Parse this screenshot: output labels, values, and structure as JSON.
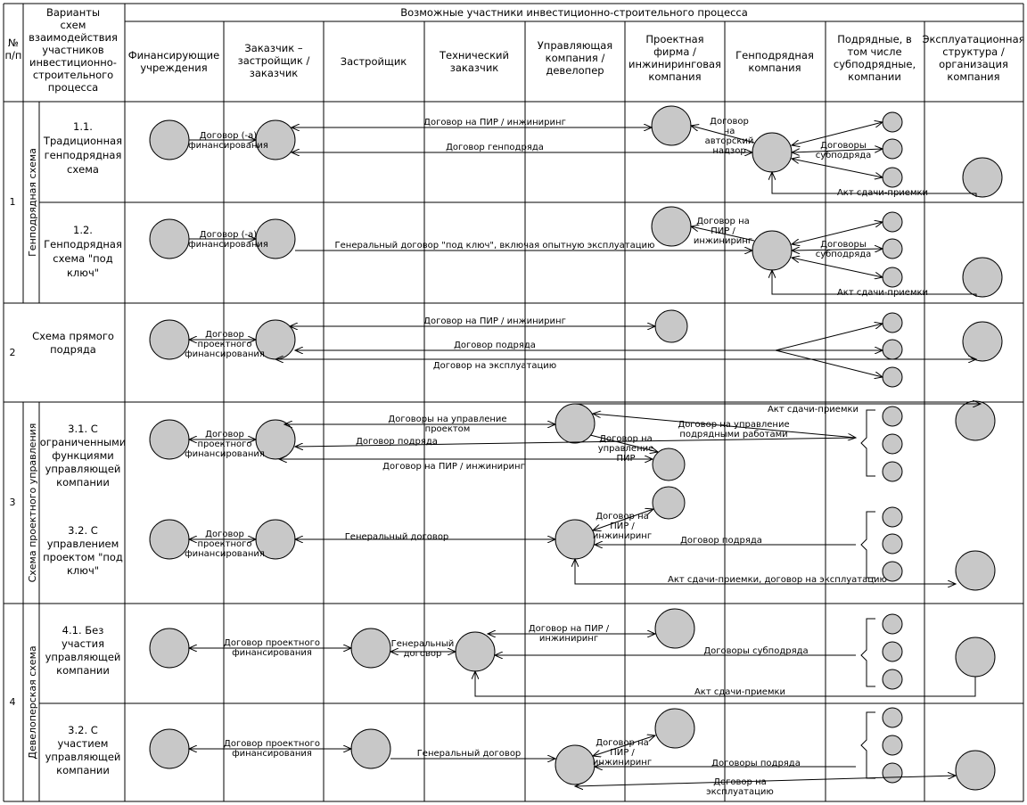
{
  "header": {
    "num": [
      "№",
      "п/п"
    ],
    "variants": [
      "Варианты",
      "схем",
      "взаимодействия",
      "участников",
      "инвестиционно-",
      "строительного",
      "процесса"
    ],
    "participants_title": "Возможные участники инвестиционно-строительного процесса",
    "columns": [
      [
        "Финансирующие",
        "учреждения"
      ],
      [
        "Заказчик –",
        "застройщик /",
        "заказчик"
      ],
      [
        "Застройщик"
      ],
      [
        "Технический",
        "заказчик"
      ],
      [
        "Управляющая",
        "компания /",
        "девелопер"
      ],
      [
        "Проектная",
        "фирма /",
        "инжиниринговая",
        "компания"
      ],
      [
        "Генподрядная",
        "компания"
      ],
      [
        "Подрядные, в",
        "том числе",
        "субподрядные,",
        "компании"
      ],
      [
        "Эксплуатационная",
        "структура /",
        "организация",
        "компания"
      ]
    ]
  },
  "groups": {
    "g1": {
      "num": "1",
      "name": "Генподрядная схема"
    },
    "g2": {
      "num": "2"
    },
    "g3": {
      "num": "3",
      "name": "Схема проектного управления"
    },
    "g4": {
      "num": "4",
      "name": "Девелоперская схема"
    }
  },
  "rows": {
    "r11": [
      "1.1.",
      "Традиционная",
      "генподрядная",
      "схема"
    ],
    "r12": [
      "1.2.",
      "Генподрядная",
      "схема \"под",
      "ключ\""
    ],
    "r2": [
      "Схема прямого",
      "подряда"
    ],
    "r31": [
      "3.1. С",
      "ограниченными",
      "функциями",
      "управляющей",
      "компании"
    ],
    "r32": [
      "3.2. С",
      "управлением",
      "проектом \"под",
      "ключ\""
    ],
    "r41": [
      "4.1. Без",
      "участия",
      "управляющей",
      "компании"
    ],
    "r42": [
      "3.2. С",
      "участием",
      "управляющей",
      "компании"
    ]
  },
  "labels": {
    "r11_fin": [
      "Договор (-а)",
      "финансирования"
    ],
    "r11_pir": "Договор на ПИР / инжиниринг",
    "r11_gen": "Договор генподряда",
    "r11_avt": [
      "Договор",
      "на",
      "авторский",
      "надзор"
    ],
    "r11_sub": [
      "Договоры",
      "субподряда"
    ],
    "r11_akt": "Акт сдачи-приемки",
    "r12_fin": [
      "Договор (-а)",
      "финансирования"
    ],
    "r12_gen": "Генеральный договор \"под ключ\", включая опытную эксплуатацию",
    "r12_pir": [
      "Договор на",
      "ПИР /",
      "инжиниринг"
    ],
    "r12_sub": [
      "Договоры",
      "субподряда"
    ],
    "r12_akt": "Акт сдачи-приемки",
    "r2_fin": [
      "Договор",
      "проектного",
      "финансирования"
    ],
    "r2_pir": "Договор на ПИР / инжиниринг",
    "r2_pod": "Договор подряда",
    "r2_exp": "Договор на эксплуатацию",
    "r31_akt": "Акт сдачи-приемки",
    "r31_fin": [
      "Договор",
      "проектного",
      "финансирования"
    ],
    "r31_upr": [
      "Договоры на управление",
      "проектом"
    ],
    "r31_pod": "Договор подряда",
    "r31_pir": "Договор на ПИР / инжиниринг",
    "r31_uprpod": [
      "Договор на управление",
      "подрядными работами"
    ],
    "r31_pir2": [
      "Договор на",
      "управление",
      "ПИР"
    ],
    "r32_fin": [
      "Договор",
      "проектного",
      "финансирования"
    ],
    "r32_gen": "Генеральный договор",
    "r32_pir": [
      "Договор на",
      "ПИР /",
      "инжиниринг"
    ],
    "r32_pod": "Договор подряда",
    "r32_akt": "Акт сдачи-приемки, договор на эксплуатацию",
    "r41_fin": [
      "Договор проектного",
      "финансирования"
    ],
    "r41_gen": [
      "Генеральный",
      "договор"
    ],
    "r41_pir": [
      "Договор на ПИР /",
      "инжиниринг"
    ],
    "r41_sub": "Договоры субподряда",
    "r41_akt": "Акт сдачи-приемки",
    "r42_fin": [
      "Договор проектного",
      "финансирования"
    ],
    "r42_gen": "Генеральный договор",
    "r42_pir": [
      "Договор на",
      "ПИР /",
      "инжиниринг"
    ],
    "r42_pod": "Договоры подряда",
    "r42_exp": [
      "Договор на",
      "эксплуатацию"
    ]
  }
}
